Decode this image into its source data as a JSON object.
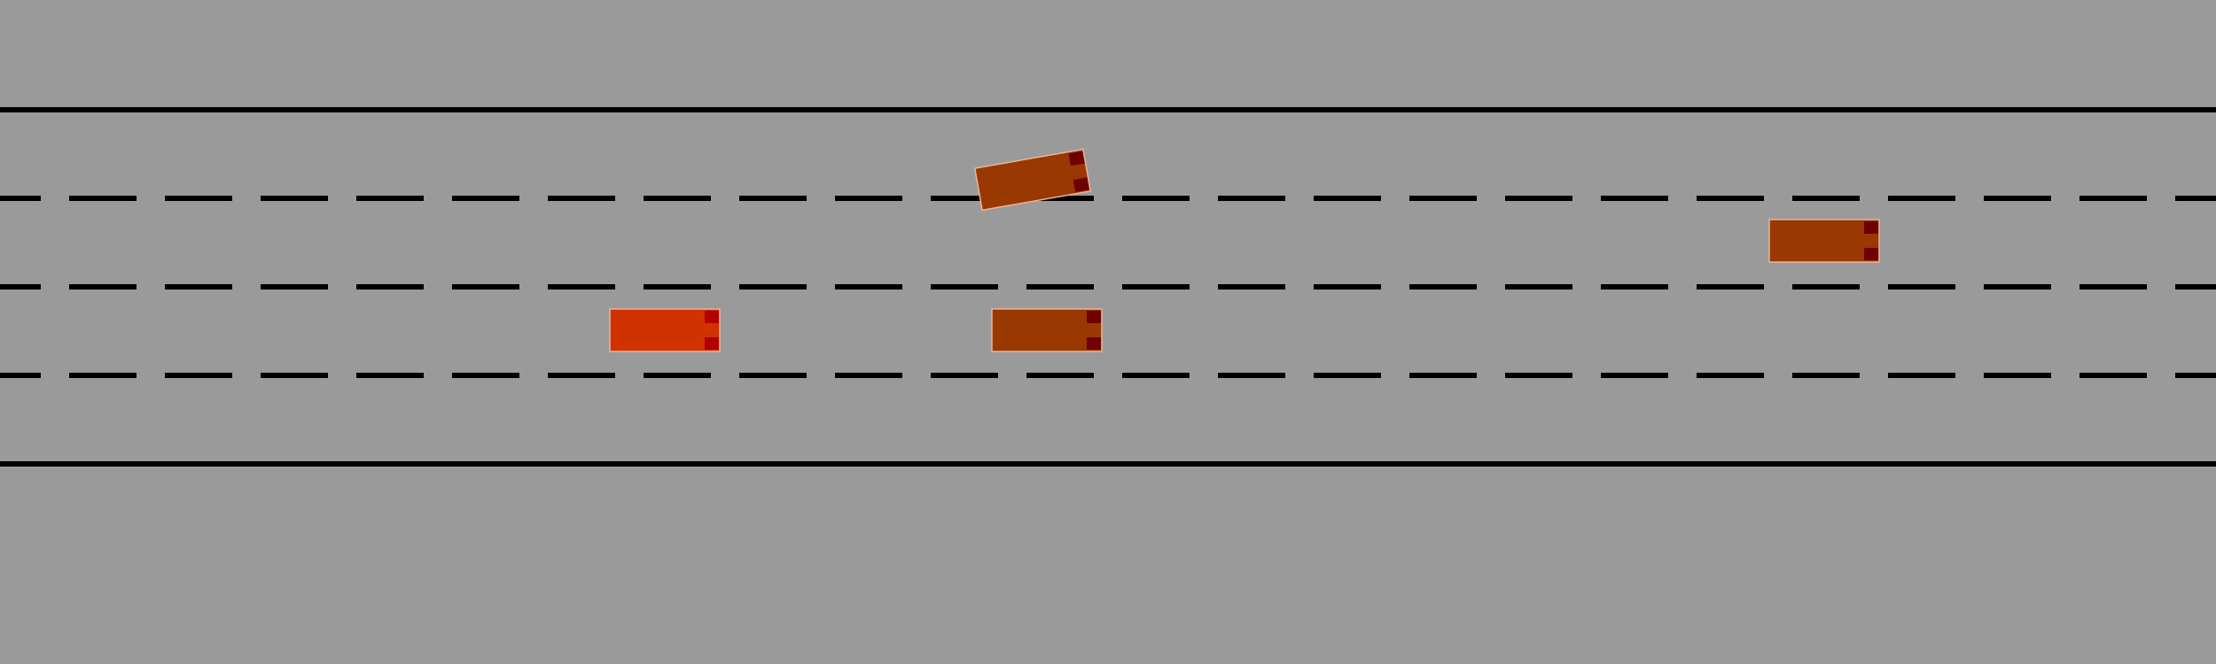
{
  "scene": {
    "type": "highway-driving-simulation",
    "view": "top-down",
    "lane_count": 4,
    "colors": {
      "background": "#9a9a9a",
      "road_line": "#000000",
      "ego_vehicle": "#d13300",
      "other_vehicle": "#993800",
      "vehicle_outline": "#e8b49a",
      "tail_light": "#700000",
      "ego_tail_light": "#b00000"
    },
    "vehicles": [
      {
        "id": "ego",
        "role": "ego",
        "lane": 3,
        "heading_deg": 0
      },
      {
        "id": "vehicle-1",
        "role": "other",
        "lane": 2,
        "heading_deg": -10,
        "changing_lanes": true
      },
      {
        "id": "vehicle-2",
        "role": "other",
        "lane": 3,
        "heading_deg": 0
      },
      {
        "id": "vehicle-3",
        "role": "other",
        "lane": 2,
        "heading_deg": 0
      }
    ]
  }
}
